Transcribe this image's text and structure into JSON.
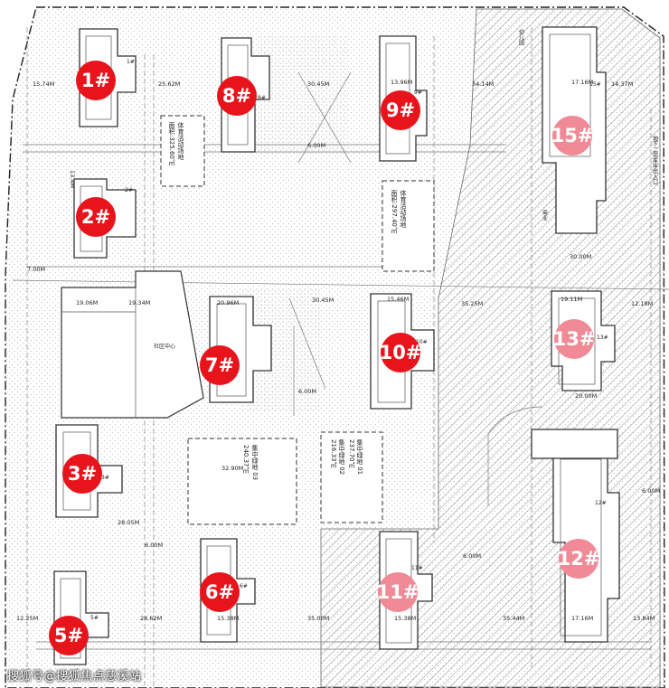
{
  "buildings": [
    {
      "id": "1",
      "label": "1#",
      "color": "#e8141c"
    },
    {
      "id": "2",
      "label": "2#",
      "color": "#e8141c"
    },
    {
      "id": "3",
      "label": "3#",
      "color": "#e8141c"
    },
    {
      "id": "5",
      "label": "5#",
      "color": "#e8141c"
    },
    {
      "id": "6",
      "label": "6#",
      "color": "#e8141c"
    },
    {
      "id": "7",
      "label": "7#",
      "color": "#e8141c"
    },
    {
      "id": "8",
      "label": "8#",
      "color": "#e8141c"
    },
    {
      "id": "9",
      "label": "9#",
      "color": "#e8141c"
    },
    {
      "id": "10",
      "label": "10#",
      "color": "#e8141c"
    },
    {
      "id": "11",
      "label": "11#",
      "color": "#f08a96"
    },
    {
      "id": "12",
      "label": "12#",
      "color": "#f08a96"
    },
    {
      "id": "13",
      "label": "13#",
      "color": "#f08a96"
    },
    {
      "id": "15",
      "label": "15#",
      "color": "#f08a96"
    }
  ],
  "small_tags": [
    "1#",
    "2#",
    "3#",
    "5#",
    "6#",
    "8#",
    "9#",
    "10#",
    "11#",
    "12#",
    "13#",
    "15#"
  ],
  "zones": [
    {
      "id": "sports-north",
      "line1": "体育活动场地",
      "line2": "面积:325.60㎡"
    },
    {
      "id": "sports-east",
      "line1": "体育活动场地",
      "line2": "面积:297.40㎡"
    },
    {
      "id": "plaza-03",
      "line1": "集中绿地 03",
      "line2": "240.37㎡"
    },
    {
      "id": "plaza-01",
      "line1": "集中绿地 01",
      "line2": "237.70㎡"
    },
    {
      "id": "plaza-02",
      "line1": "集中绿地 02",
      "line2": "216.33㎡"
    }
  ],
  "dimensions": [
    "15.74M",
    "25.62M",
    "30.45M",
    "34.14M",
    "14.37M",
    "13.4M",
    "6.00M",
    "30.00M",
    "30.45M",
    "35.25M",
    "12.18M",
    "19.06M",
    "19.34M",
    "20.96M",
    "15.46M",
    "19.11M",
    "6.00M",
    "7.00M",
    "28.05M",
    "6.00M",
    "20.00M",
    "6.00M",
    "35.00M",
    "35.44M",
    "13.84M",
    "12.25M",
    "28.62M",
    "15.38M",
    "15.38M",
    "17.16M",
    "17.16M",
    "13.96M",
    "6.00M",
    "32.90M"
  ],
  "labels": {
    "underground_entry": "地下二层车库出入口",
    "community_center": "社区中心",
    "kindergarten": "幼儿园",
    "commercial": "商业"
  },
  "watermark": "搜狐号@搜狐焦点慈溪站"
}
